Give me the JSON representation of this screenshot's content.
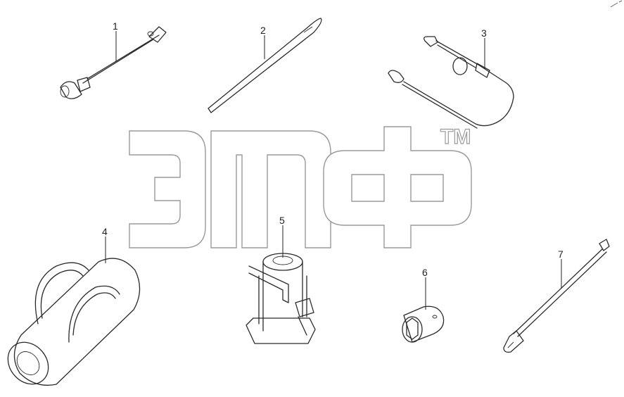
{
  "watermark": {
    "trademark": "TM",
    "outline_color": "#9a9a9a"
  },
  "parts": [
    {
      "number": "1",
      "icon": "socket-wrench"
    },
    {
      "number": "2",
      "icon": "pry-bar"
    },
    {
      "number": "3",
      "icon": "tire-inflation-hose"
    },
    {
      "number": "4",
      "icon": "tool-bag"
    },
    {
      "number": "5",
      "icon": "bottle-jack"
    },
    {
      "number": "6",
      "icon": "hex-socket"
    },
    {
      "number": "7",
      "icon": "extension-rod"
    }
  ]
}
